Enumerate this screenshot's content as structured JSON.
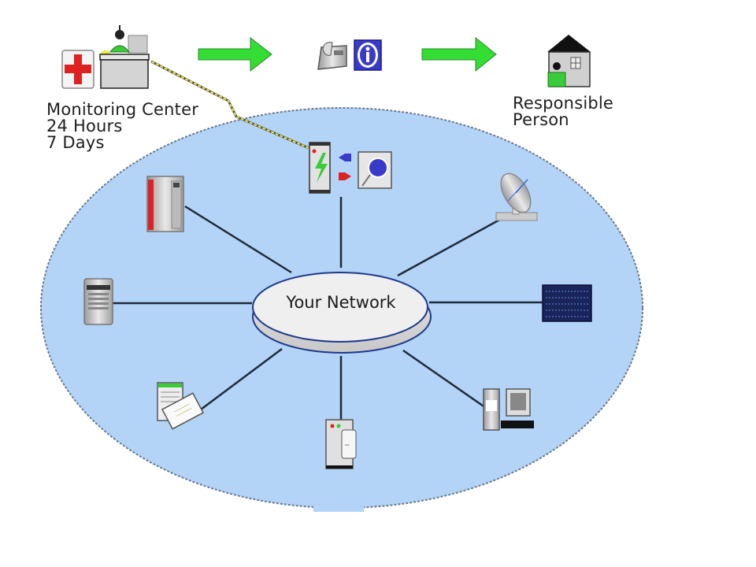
{
  "diagram": {
    "title": "Network monitoring notification flow",
    "colors": {
      "network_area": "#b3d4f7",
      "network_border": "#6a7a90",
      "arrow": "#33dd33",
      "hub_fill": "#eeeeee",
      "hub_border": "#1e3a8a",
      "link_line": "#1f2a3a",
      "alert_bolt": "#e8e84a",
      "cross": "#dd2222"
    },
    "monitoring_center": {
      "icons": [
        "first-aid-cross-icon",
        "operator-desk-icon"
      ],
      "label_lines": [
        "Monitoring Center",
        "24 Hours",
        "7 Days"
      ]
    },
    "notification": {
      "icons": [
        "telephone-icon",
        "info-icon"
      ]
    },
    "responsible_person": {
      "icons": [
        "house-person-icon"
      ],
      "label_lines": [
        "Responsible",
        "Person"
      ]
    },
    "flow_arrows": [
      "monitoring-to-notification",
      "notification-to-person"
    ],
    "hub": {
      "label": "Your Network"
    },
    "nodes": [
      {
        "id": "monitor-agent",
        "icon": "monitoring-agent-icon",
        "position": "top"
      },
      {
        "id": "satellite",
        "icon": "satellite-dish-icon",
        "position": "top-right"
      },
      {
        "id": "switch",
        "icon": "network-switch-icon",
        "position": "right"
      },
      {
        "id": "workstation",
        "icon": "workstation-icon",
        "position": "bottom-right"
      },
      {
        "id": "fax-server",
        "icon": "fax-server-icon",
        "position": "bottom"
      },
      {
        "id": "mail-server",
        "icon": "mail-server-icon",
        "position": "bottom-left"
      },
      {
        "id": "server",
        "icon": "server-tower-icon",
        "position": "left"
      },
      {
        "id": "mainframe",
        "icon": "mainframe-icon",
        "position": "top-left"
      }
    ]
  }
}
